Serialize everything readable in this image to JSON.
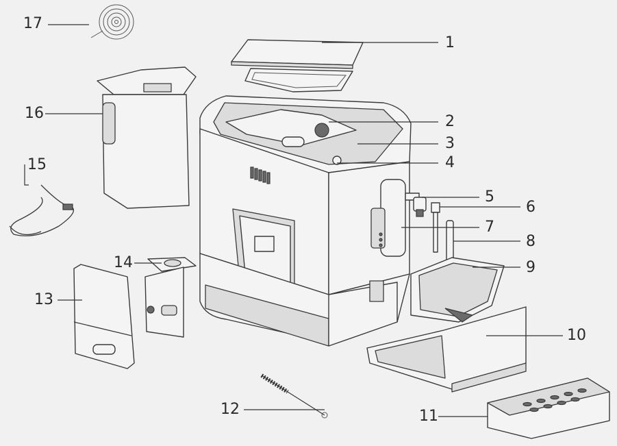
{
  "callouts": [
    {
      "id": 1,
      "label": "1"
    },
    {
      "id": 2,
      "label": "2"
    },
    {
      "id": 3,
      "label": "3"
    },
    {
      "id": 4,
      "label": "4"
    },
    {
      "id": 5,
      "label": "5"
    },
    {
      "id": 6,
      "label": "6"
    },
    {
      "id": 7,
      "label": "7"
    },
    {
      "id": 8,
      "label": "8"
    },
    {
      "id": 9,
      "label": "9"
    },
    {
      "id": 10,
      "label": "10"
    },
    {
      "id": 11,
      "label": "11"
    },
    {
      "id": 12,
      "label": "12"
    },
    {
      "id": 13,
      "label": "13"
    },
    {
      "id": 14,
      "label": "14"
    },
    {
      "id": 15,
      "label": "15"
    },
    {
      "id": 16,
      "label": "16"
    },
    {
      "id": 17,
      "label": "17"
    }
  ],
  "colors": {
    "background": "#f1f1f1",
    "outline": "#3a3a3a"
  }
}
